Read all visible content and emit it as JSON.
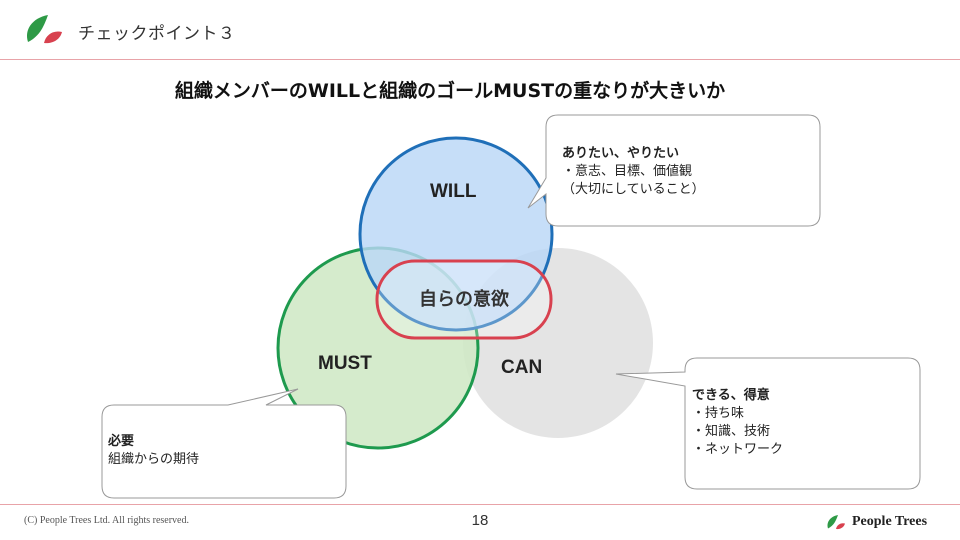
{
  "header": {
    "title": "チェックポイント３"
  },
  "slide": {
    "heading": "組織メンバーのWILLと組織のゴールMUSTの重なりが大きいか"
  },
  "diagram": {
    "will_label": "WILL",
    "must_label": "MUST",
    "can_label": "CAN",
    "core_label": "自らの意欲",
    "colors": {
      "will_fill": "#b9d7f7",
      "will_stroke": "#1f6fb8",
      "must_fill": "#cfe8c5",
      "must_stroke": "#1e9a4e",
      "can_fill": "#e2e2e2",
      "core_stroke": "#d8414f"
    }
  },
  "callouts": {
    "will": {
      "heading": "ありたい、やりたい",
      "lines": [
        "・意志、目標、価値観",
        "（大切にしていること）"
      ]
    },
    "must": {
      "heading": "必要",
      "lines": [
        "組織からの期待"
      ]
    },
    "can": {
      "heading": "できる、得意",
      "lines": [
        "・持ち味",
        "・知識、技術",
        "・ネットワーク"
      ]
    }
  },
  "footer": {
    "copyright": "(C) People Trees Ltd. All rights reserved.",
    "page_number": "18",
    "brand_name": "People Trees",
    "accent_color": "#e8a3a8"
  }
}
